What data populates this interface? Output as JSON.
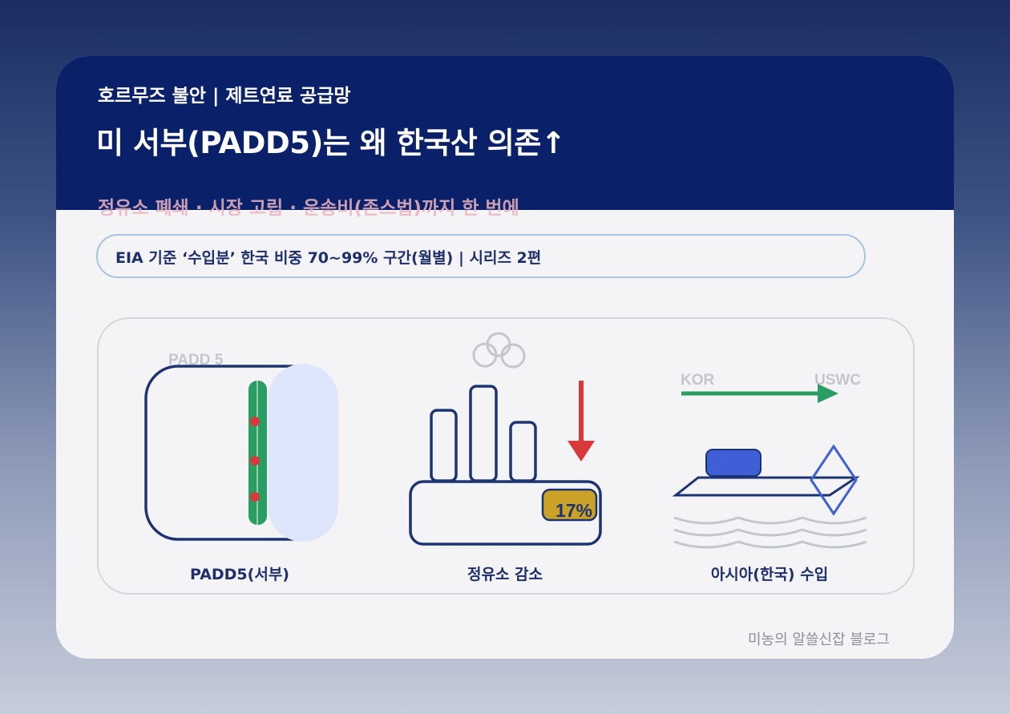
{
  "header": {
    "kicker": "호르무즈 불안 | 제트연료 공급망",
    "title": "미 서부(PADD5)는 왜 한국산 의존↑",
    "subtitle": "정유소 폐쇄 · 시장 고립 · 운송비(존스법)까지 한 번에"
  },
  "pill": {
    "text": "EIA 기준 ‘수입분’ 한국 비중 70~99% 구간(월별) | 시리즈 2편"
  },
  "panels": [
    {
      "caption": "PADD5(서부)",
      "label": "PADD 5"
    },
    {
      "caption": "정유소 감소",
      "badge": "17%"
    },
    {
      "caption": "아시아(한국) 수입",
      "from": "KOR",
      "to": "USWC"
    }
  ],
  "footer": {
    "credit": "미농의 알쓸신잡 블로그"
  },
  "colors": {
    "navy": "#0a216a",
    "green": "#2a9d63",
    "red": "#d9393b",
    "gold": "#c9a227",
    "blue": "#3e5fd6"
  }
}
